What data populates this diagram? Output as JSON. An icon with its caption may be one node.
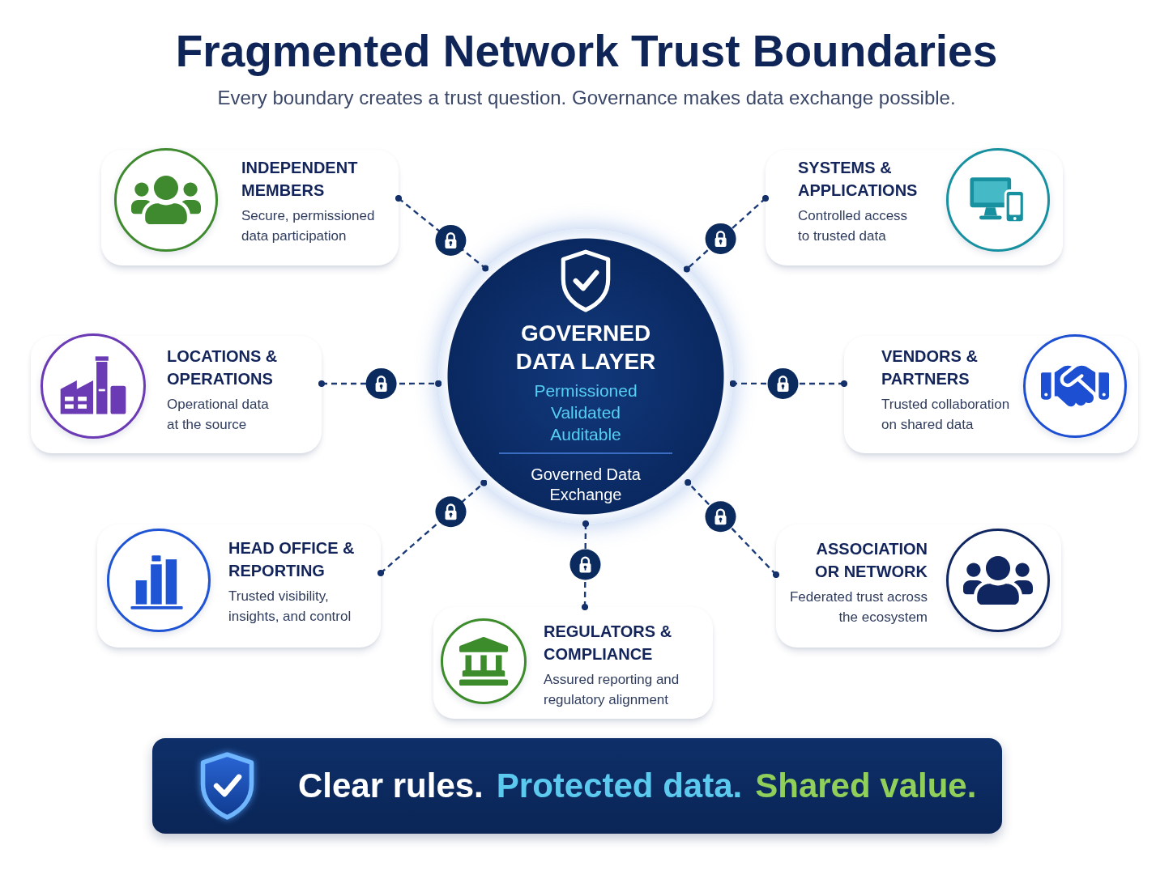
{
  "diagram": {
    "title": "Fragmented Network Trust Boundaries",
    "nodes": [
      {
        "text": [
          "INDEPENDENT MEMBERS",
          "Secure, permissioned data participation"
        ]
      },
      {
        "text": [
          "SYSTEMS & APPLICATIONS",
          "Controlled access to trusted data"
        ]
      },
      {
        "text": [
          "GOVERNED DATA LAYER",
          "Permissioned",
          "Validated",
          "Auditable",
          "Governed Data Exchange"
        ]
      },
      {
        "text": [
          "LOCATIONS & OPERATIONS",
          "Operational data at the source"
        ]
      },
      {
        "text": [
          "VENDORS & PARTNERS",
          "Trusted collaboration on shared data"
        ]
      },
      {
        "text": [
          "HEAD OFFICE & REPORTING",
          "Trusted visibility, insights, and control"
        ]
      },
      {
        "text": [
          "ASSOCIATION OR NETWORK",
          "Federated trust across the ecosystem"
        ]
      },
      {
        "text": [
          "REGULATORS & COMPLIANCE",
          "Assured reporting and regulatory alignment"
        ]
      },
      {
        "text": [
          "Clear rules.",
          "Protected data.",
          "Shared value."
        ]
      }
    ],
    "edges": [
      {
        "from": 0,
        "to": 2,
        "arrow": "other",
        "style": "dashed"
      },
      {
        "from": 1,
        "to": 2,
        "arrow": "other",
        "style": "dashed"
      },
      {
        "from": 3,
        "to": 2,
        "arrow": "other",
        "style": "dashed"
      },
      {
        "from": 4,
        "to": 2,
        "arrow": "other",
        "style": "dashed"
      },
      {
        "from": 5,
        "to": 2,
        "arrow": "other",
        "style": "dashed"
      },
      {
        "from": 6,
        "to": 2,
        "arrow": "other",
        "style": "dashed"
      },
      {
        "from": 7,
        "to": 2,
        "arrow": "other",
        "style": "dashed"
      }
    ],
    "labels": [
      "Every boundary creates a trust question. Governance makes data exchange possible."
    ]
  }
}
